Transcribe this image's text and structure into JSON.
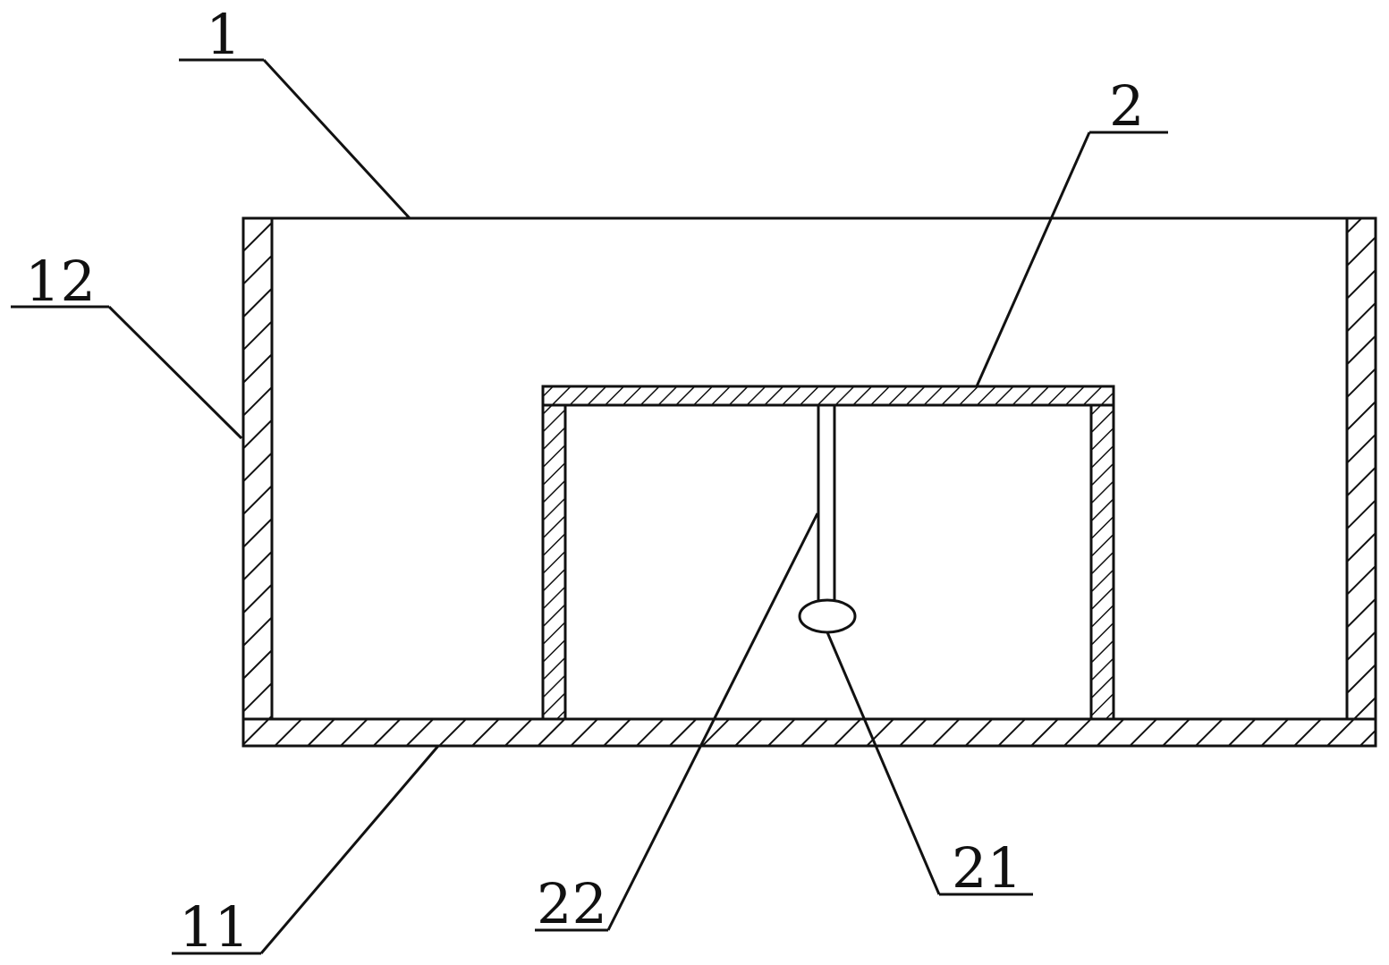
{
  "diagram": {
    "labels": {
      "outer_box": "1",
      "inner_box": "2",
      "bottom_plate": "11",
      "side_wall": "12",
      "ball": "21",
      "rod": "22"
    },
    "colors": {
      "stroke": "#111111",
      "background": "#ffffff"
    }
  }
}
